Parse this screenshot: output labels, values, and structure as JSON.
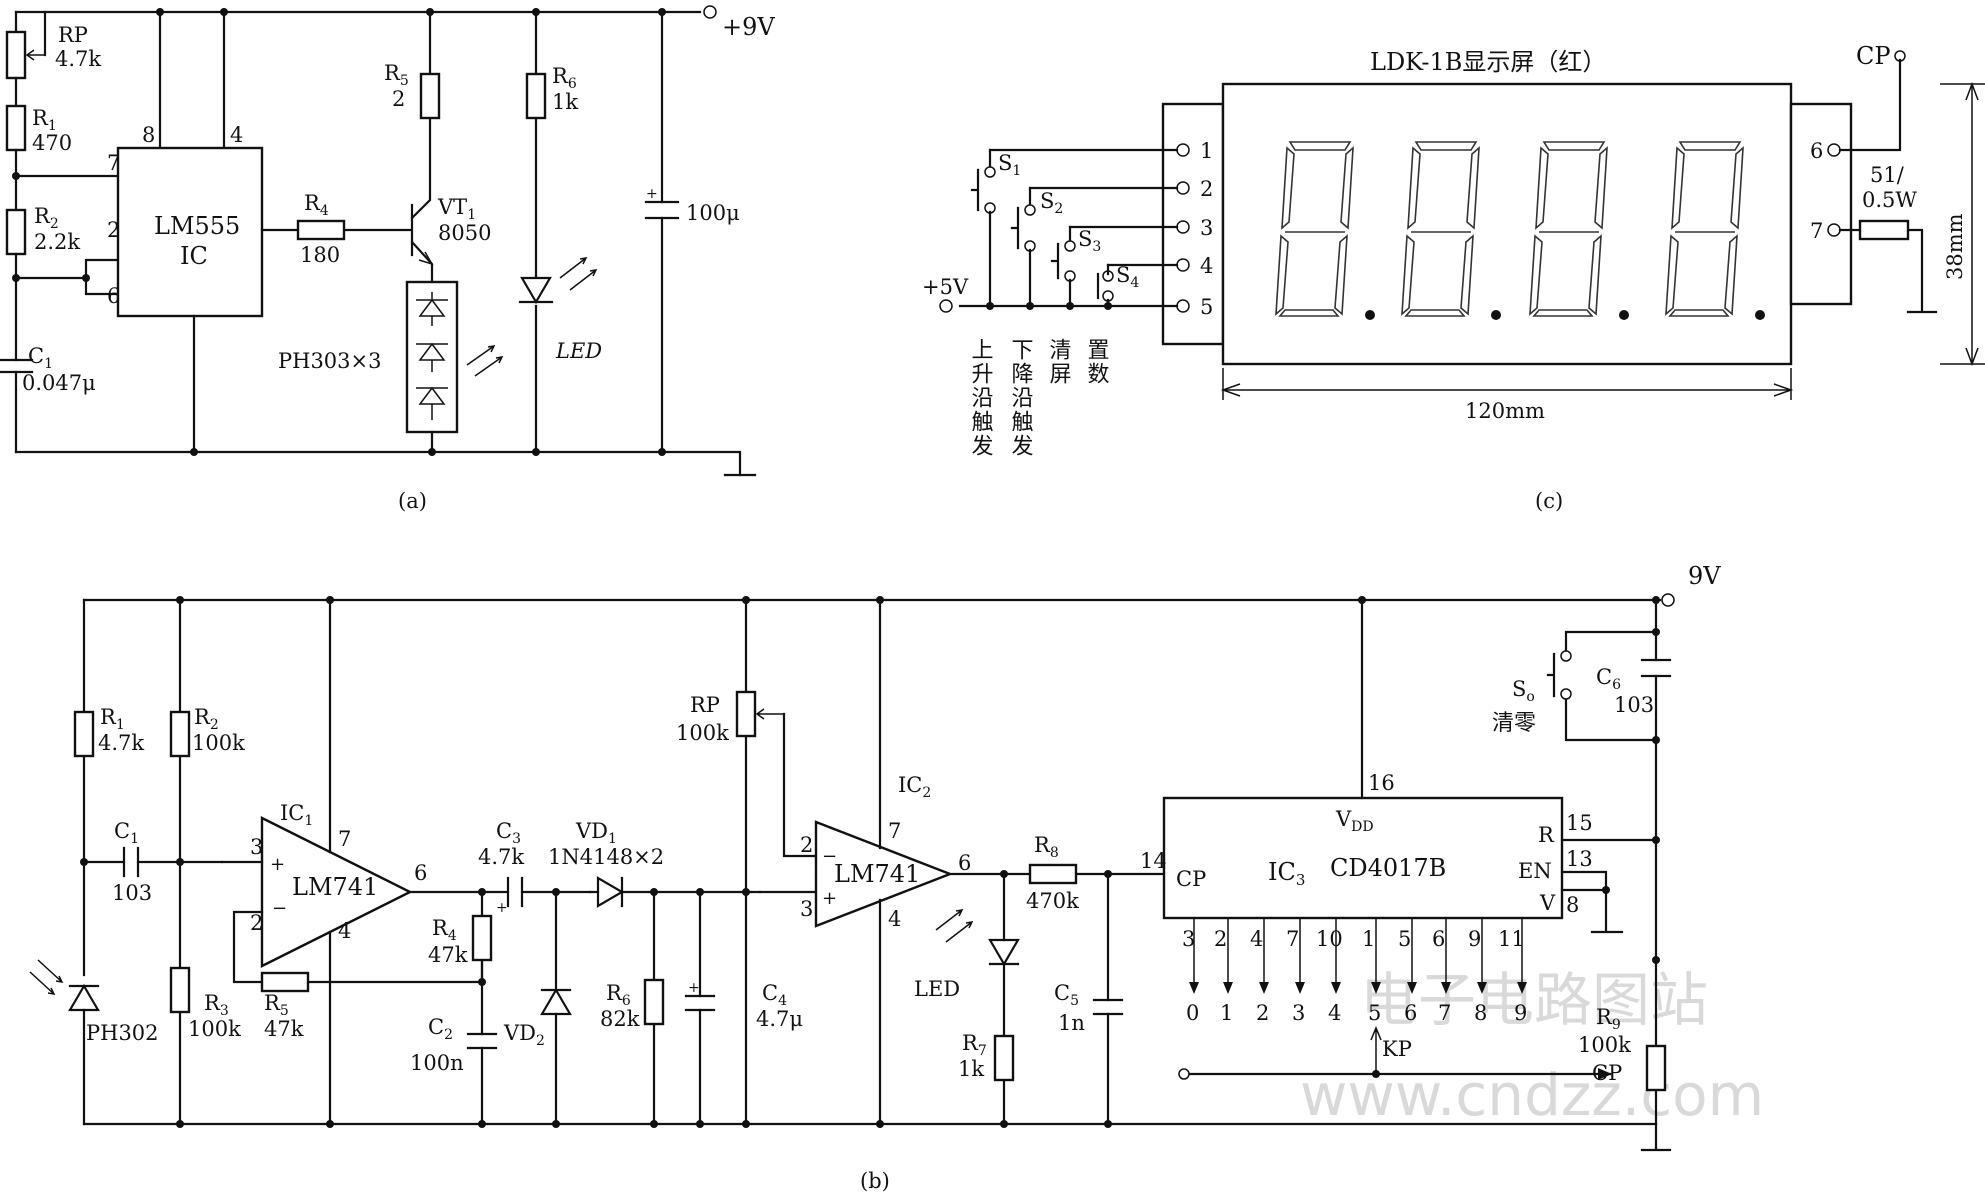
{
  "diagram_a": {
    "caption": "(a)",
    "supply": "+9V",
    "rp": {
      "name": "RP",
      "value": "4.7k"
    },
    "r1": {
      "name": "R",
      "sub": "1",
      "value": "470"
    },
    "r2": {
      "name": "R",
      "sub": "2",
      "value": "2.2k"
    },
    "c1": {
      "name": "C",
      "sub": "1",
      "value": "0.047μ"
    },
    "ic": {
      "name": "LM555",
      "label": "IC",
      "pins": [
        "8",
        "4",
        "7",
        "2",
        "6"
      ]
    },
    "r4": {
      "name": "R",
      "sub": "4",
      "value": "180"
    },
    "r5": {
      "name": "R",
      "sub": "5",
      "value": "2"
    },
    "vt1": {
      "name": "VT",
      "sub": "1",
      "value": "8050"
    },
    "r6": {
      "name": "R",
      "sub": "6",
      "value": "1k"
    },
    "leds": "PH303×3",
    "led": "LED",
    "cap": "100μ"
  },
  "diagram_c": {
    "caption": "(c)",
    "title": "LDK-1B显示屏（红）",
    "supply": "+5V",
    "cp": "CP",
    "pins_left": [
      "1",
      "2",
      "3",
      "4",
      "5"
    ],
    "pins_right": [
      "6",
      "7"
    ],
    "switches": [
      "S",
      "S",
      "S",
      "S"
    ],
    "switch_subs": [
      "1",
      "2",
      "3",
      "4"
    ],
    "labels": [
      "上升沿触发",
      "下降沿触发",
      "清屏",
      "置数"
    ],
    "resistor": "51/\n0.5W",
    "resistor_l1": "51/",
    "resistor_l2": "0.5W",
    "width": "120mm",
    "height": "38mm"
  },
  "diagram_b": {
    "caption": "(b)",
    "supply": "9V",
    "r1": {
      "name": "R",
      "sub": "1",
      "value": "4.7k"
    },
    "r2": {
      "name": "R",
      "sub": "2",
      "value": "100k"
    },
    "r3": {
      "name": "R",
      "sub": "3",
      "value": "100k"
    },
    "r4": {
      "name": "R",
      "sub": "4",
      "value": "47k"
    },
    "r5": {
      "name": "R",
      "sub": "5",
      "value": "47k"
    },
    "r6": {
      "name": "R",
      "sub": "6",
      "value": "82k"
    },
    "r7": {
      "name": "R",
      "sub": "7",
      "value": "1k"
    },
    "r8": {
      "name": "R",
      "sub": "8",
      "value": "470k"
    },
    "r9": {
      "name": "R",
      "sub": "9",
      "value": "100k"
    },
    "rp": {
      "name": "RP",
      "value": "100k"
    },
    "c1": {
      "name": "C",
      "sub": "1",
      "value": "103"
    },
    "c2": {
      "name": "C",
      "sub": "2",
      "value": "100n"
    },
    "c3": {
      "name": "C",
      "sub": "3",
      "value": "4.7k"
    },
    "c4": {
      "name": "C",
      "sub": "4",
      "value": "4.7μ"
    },
    "c5": {
      "name": "C",
      "sub": "5",
      "value": "1n"
    },
    "c6": {
      "name": "C",
      "sub": "6",
      "value": "103"
    },
    "vd1": {
      "name": "VD",
      "sub": "1",
      "value": "1N4148×2"
    },
    "vd2": {
      "name": "VD",
      "sub": "2"
    },
    "ph302": "PH302",
    "ic1": {
      "name": "IC",
      "sub": "1",
      "type": "LM741"
    },
    "ic2": {
      "name": "IC",
      "sub": "2",
      "type": "LM741"
    },
    "ic3": {
      "name": "IC",
      "sub": "3",
      "type": "CD4017B"
    },
    "led": "LED",
    "s0": {
      "name": "S",
      "sub": "o",
      "label": "清零"
    },
    "vdd": "V",
    "vdd_sub": "DD",
    "pins_cd4017": {
      "cp": "CP",
      "r": "R",
      "en": "EN",
      "v": "V",
      "p14": "14",
      "p15": "15",
      "p13": "13",
      "p8": "8",
      "p16": "16"
    },
    "outputs_pins": [
      "3",
      "2",
      "4",
      "7",
      "10",
      "1",
      "5",
      "6",
      "9",
      "11"
    ],
    "outputs_labels": [
      "0",
      "1",
      "2",
      "3",
      "4",
      "5",
      "6",
      "7",
      "8",
      "9"
    ],
    "kp": "KP",
    "cp": "CP",
    "watermark1": "电子电路图站",
    "watermark2": "www.cndzz.com"
  }
}
